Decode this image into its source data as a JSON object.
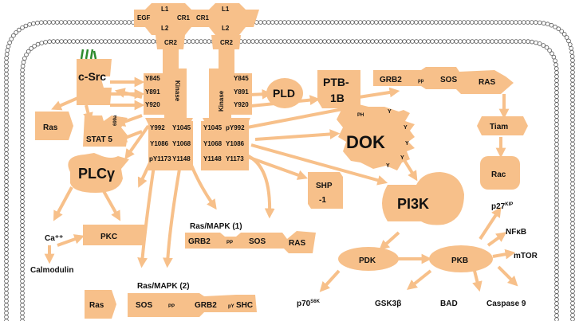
{
  "colors": {
    "shape": "#f7c08a",
    "membrane": "#555555",
    "anchor": "#2e8b2e"
  },
  "receptor": {
    "left": {
      "ext": [
        "EGF",
        "L1",
        "CR1",
        "L2",
        "CR2"
      ],
      "kinase": "Kinase",
      "sites": [
        "Y845",
        "Y891",
        "Y920"
      ],
      "tail_a": [
        "Y992",
        "Y1086",
        "pY1173"
      ],
      "tail_b": [
        "Y1045",
        "Y1068",
        "Y1148"
      ]
    },
    "right": {
      "ext": [
        "L1",
        "CR1",
        "L2",
        "CR2"
      ],
      "kinase": "Kinase",
      "sites": [
        "Y845",
        "Y891",
        "Y920"
      ],
      "tail_a": [
        "Y1045",
        "Y1068",
        "Y1148"
      ],
      "tail_b": [
        "pY992",
        "Y1086",
        "Y1173"
      ]
    }
  },
  "nodes": {
    "csrc": "c-Src",
    "ras_left": "Ras",
    "stat5": "STAT 5",
    "y699": "699a",
    "plc": "PLCγ",
    "ca": "Ca⁺⁺",
    "calmodulin": "Calmodulin",
    "pkc": "PKC",
    "pld": "PLD",
    "ptb1b_a": "PTB-",
    "ptb1b_b": "1B",
    "grb2_top": "GRB2",
    "pp_top": "pp",
    "sos_top": "SOS",
    "ras_top": "RAS",
    "tiam": "Tiam",
    "rac": "Rac",
    "dok": "DOK",
    "ph": "PH",
    "y": "Y",
    "shp1_a": "SHP",
    "shp1_b": "-1",
    "pi3k": "PI3K",
    "rasmapk1": "Ras/MAPK (1)",
    "grb2_1": "GRB2",
    "pp_1": "PP",
    "sos_1": "SOS",
    "ras_1": "RAS",
    "rasmapk2": "Ras/MAPK (2)",
    "ras_2": "Ras",
    "sos_2": "SOS",
    "pp_2": "PP",
    "grb2_2": "GRB2",
    "shc": "SHC",
    "py": "pY",
    "pdk": "PDK",
    "pkb": "PKB",
    "p70": "p70",
    "p70_sup": "S6K",
    "gsk3b": "GSK3β",
    "bad": "BAD",
    "caspase9": "Caspase 9",
    "mtor": "mTOR",
    "nfkb": "NFκB",
    "p27": "p27",
    "p27_sup": "KIP"
  }
}
